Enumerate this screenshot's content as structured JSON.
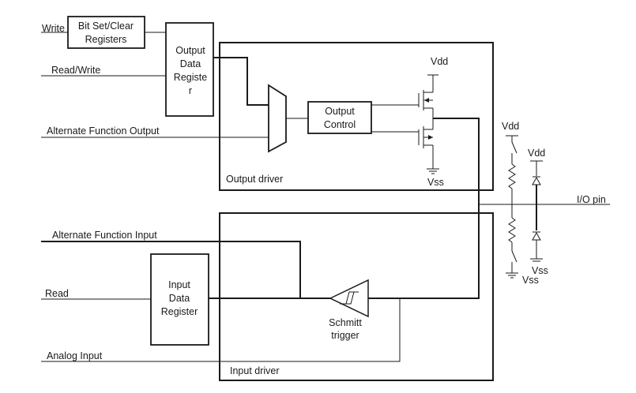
{
  "labels": {
    "write": "Write",
    "bit_set_clear_line1": "Bit Set/Clear",
    "bit_set_clear_line2": "Registers",
    "read_write": "Read/Write",
    "output_data_line1": "Output",
    "output_data_line2": "Data",
    "output_data_line3": "Registe",
    "output_data_line4": "r",
    "alternate_function_output": "Alternate Function Output",
    "output_control_line1": "Output",
    "output_control_line2": "Control",
    "vdd_top": "Vdd",
    "vss_output": "Vss",
    "output_driver": "Output driver",
    "vdd_pullup": "Vdd",
    "vdd_diode": "Vdd",
    "io_pin": "I/O pin",
    "vss_diode": "Vss",
    "vss_pulldown": "Vss",
    "alternate_function_input": "Alternate Function Input",
    "read": "Read",
    "input_data_line1": "Input",
    "input_data_line2": "Data",
    "input_data_line3": "Register",
    "schmitt_line1": "Schmitt",
    "schmitt_line2": "trigger",
    "analog_input": "Analog Input",
    "input_driver": "Input driver"
  }
}
